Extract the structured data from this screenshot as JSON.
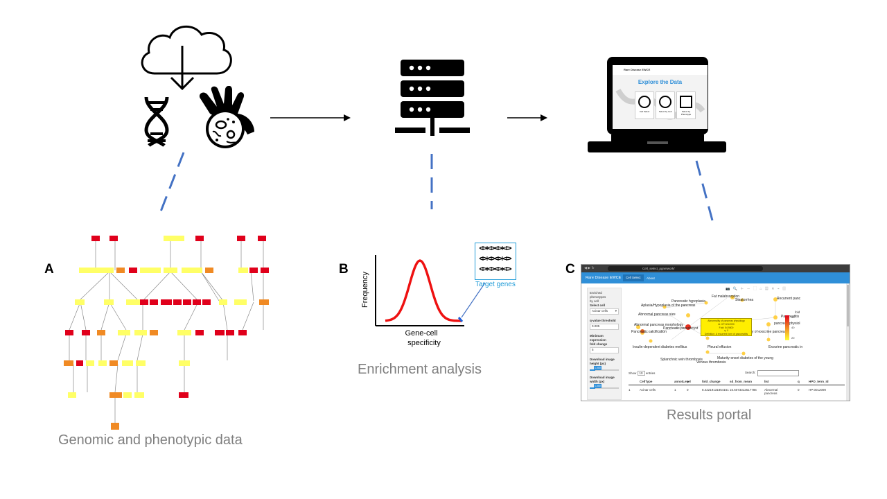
{
  "panels": {
    "a": {
      "letter": "A",
      "caption": "Genomic and phenotypic data"
    },
    "b": {
      "letter": "B",
      "caption": "Enrichment analysis",
      "y_axis_label": "Frequency",
      "x_axis_label_line1": "Gene-cell",
      "x_axis_label_line2": "specificity",
      "target_label": "Target genes"
    },
    "c": {
      "letter": "C",
      "caption": "Results portal"
    }
  },
  "icons": {
    "cloud": "cloud-download-icon",
    "dna": "dna-icon",
    "cell": "hand-cell-icon",
    "server": "server-icon",
    "laptop": "laptop-icon"
  },
  "laptop_screen": {
    "brand": "Rare Disease EWCE",
    "heading": "Explore the Data",
    "cards": [
      "Cell Select",
      "Select by Cell",
      "Select by Phenotype"
    ]
  },
  "portal": {
    "url": "Cell_select_pgnetwork/",
    "brand": "Rare Disease EWCE",
    "nav": [
      "Cell Select",
      "About"
    ],
    "sidebar": {
      "heading_line1": "Enriched phenotypes",
      "heading_line2": "by cell",
      "select_cell_label": "Select cell",
      "select_cell_value": "Acinar cells",
      "q_label": "q-value threshold",
      "q_value": "0.005",
      "fold_label_line1": "Minimum expression",
      "fold_label_line2": "fold change",
      "fold_value": "5",
      "height_label_line1": "Download image",
      "height_label_line2": "height (px)",
      "height_value": "1,000",
      "width_label_line1": "Download image",
      "width_label_line2": "width (px)",
      "width_value": "1,000"
    },
    "network_nodes": [
      "Fat malabsorption",
      "Steatorrhea",
      "Pancreatic hypoplasia",
      "Aplasia/Hypoplasia of the pancreas",
      "Recurrent panc",
      "Abnormal pancreas size",
      "Pancreatitis",
      "Abnormal pancreas morphology",
      "Pancreatic pseudocyst",
      "pancreas physiol",
      "Abnormality of exocrine pancreas",
      "Pancreatic calcification",
      "Exocrine pancreatic in",
      "Insulin-dependent diabetes mellitus",
      "Pleural effusion",
      "Splanchnic vein thrombosis",
      "Maturity-onset diabetes of the young",
      "Venous thrombosis"
    ],
    "tooltip": [
      "Abnormality of pancreas physiology",
      "Id: HP:0012090",
      "Fold: 54.9800",
      "q: 0",
      "Definition: A recurrent form of pancreatitis"
    ],
    "legend": {
      "title": "fold",
      "ticks": [
        "60",
        "40",
        "20"
      ]
    },
    "table": {
      "show_label": "Show",
      "show_value": "10",
      "entries_label": "entries",
      "search_label": "Search:",
      "headers": [
        "CellType",
        "annotLevel",
        "p",
        "fold_change",
        "sd_from_mean",
        "list",
        "q",
        "HPO_term_Id"
      ],
      "rows": [
        [
          "1",
          "Acinar cells",
          "1",
          "0",
          "8.42219131854161",
          "16.6073312517786",
          "Abnormal pancreas",
          "0",
          "HP:0012090"
        ]
      ]
    }
  },
  "colors": {
    "dashed": "#4472c4",
    "red": "#e0001b",
    "orange": "#f08a24",
    "yellow": "#ffff33",
    "portal_blue": "#2f8fd8",
    "teal": "#1e9bd7"
  }
}
